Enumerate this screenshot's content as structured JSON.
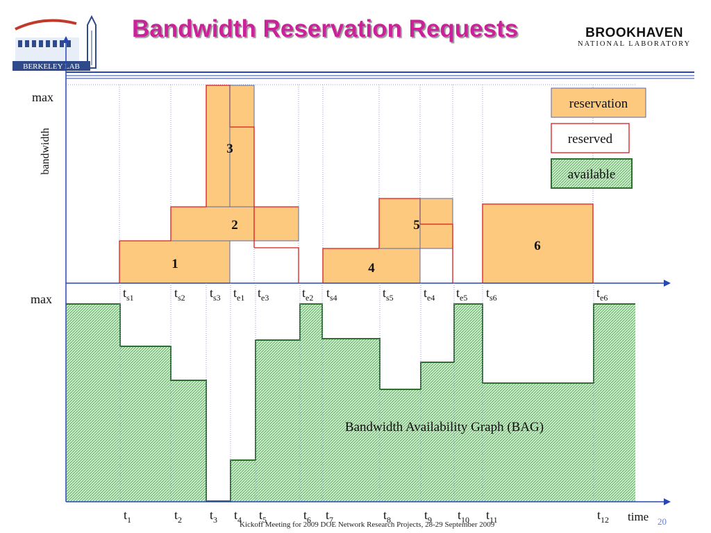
{
  "slide": {
    "title": "Bandwidth Reservation Requests",
    "footer": "Kickoff Meeting for 2009 DOE Network Research Projects, 28-29 September 2009",
    "slide_number": "20"
  },
  "logos": {
    "left": {
      "name": "Berkeley Lab",
      "text": "BERKELEY LAB"
    },
    "right": {
      "name": "Brookhaven National Laboratory",
      "line1": "BROOKHAVEN",
      "line2": "NATIONAL LABORATORY"
    }
  },
  "colors": {
    "reservation_fill": "#fcc97f",
    "reservation_border": "#5b6aa6",
    "reserved_border": "#dd1a1a",
    "available_fill": "#c8efc8",
    "available_border": "#2e6e2e",
    "axis": "#2748b3",
    "title": "#cc2299"
  },
  "diagram": {
    "upper_axis": {
      "ylabel": "bandwidth",
      "max_label": "max",
      "time_markers": [
        {
          "base": "t",
          "sub": "s1"
        },
        {
          "base": "t",
          "sub": "s2"
        },
        {
          "base": "t",
          "sub": "s3"
        },
        {
          "base": "t",
          "sub": "e1"
        },
        {
          "base": "t",
          "sub": "e3"
        },
        {
          "base": "t",
          "sub": "e2"
        },
        {
          "base": "t",
          "sub": "s4"
        },
        {
          "base": "t",
          "sub": "s5"
        },
        {
          "base": "t",
          "sub": "e4"
        },
        {
          "base": "t",
          "sub": "e5"
        },
        {
          "base": "t",
          "sub": "s6"
        },
        {
          "base": "t",
          "sub": "e6"
        }
      ]
    },
    "requests": [
      {
        "id": "1"
      },
      {
        "id": "2"
      },
      {
        "id": "3"
      },
      {
        "id": "4"
      },
      {
        "id": "5"
      },
      {
        "id": "6"
      }
    ],
    "legend": [
      {
        "key": "reservation",
        "label": "reservation"
      },
      {
        "key": "reserved",
        "label": "reserved"
      },
      {
        "key": "available",
        "label": "available"
      }
    ],
    "lower_axis": {
      "max_label": "max",
      "xlabel": "time",
      "graph_label": "Bandwidth Availability Graph (BAG)",
      "time_markers": [
        {
          "base": "t",
          "sub": "1"
        },
        {
          "base": "t",
          "sub": "2"
        },
        {
          "base": "t",
          "sub": "3"
        },
        {
          "base": "t",
          "sub": "4"
        },
        {
          "base": "t",
          "sub": "5"
        },
        {
          "base": "t",
          "sub": "6"
        },
        {
          "base": "t",
          "sub": "7"
        },
        {
          "base": "t",
          "sub": "8"
        },
        {
          "base": "t",
          "sub": "9"
        },
        {
          "base": "t",
          "sub": "10"
        },
        {
          "base": "t",
          "sub": "11"
        },
        {
          "base": "t",
          "sub": "12"
        }
      ]
    }
  }
}
